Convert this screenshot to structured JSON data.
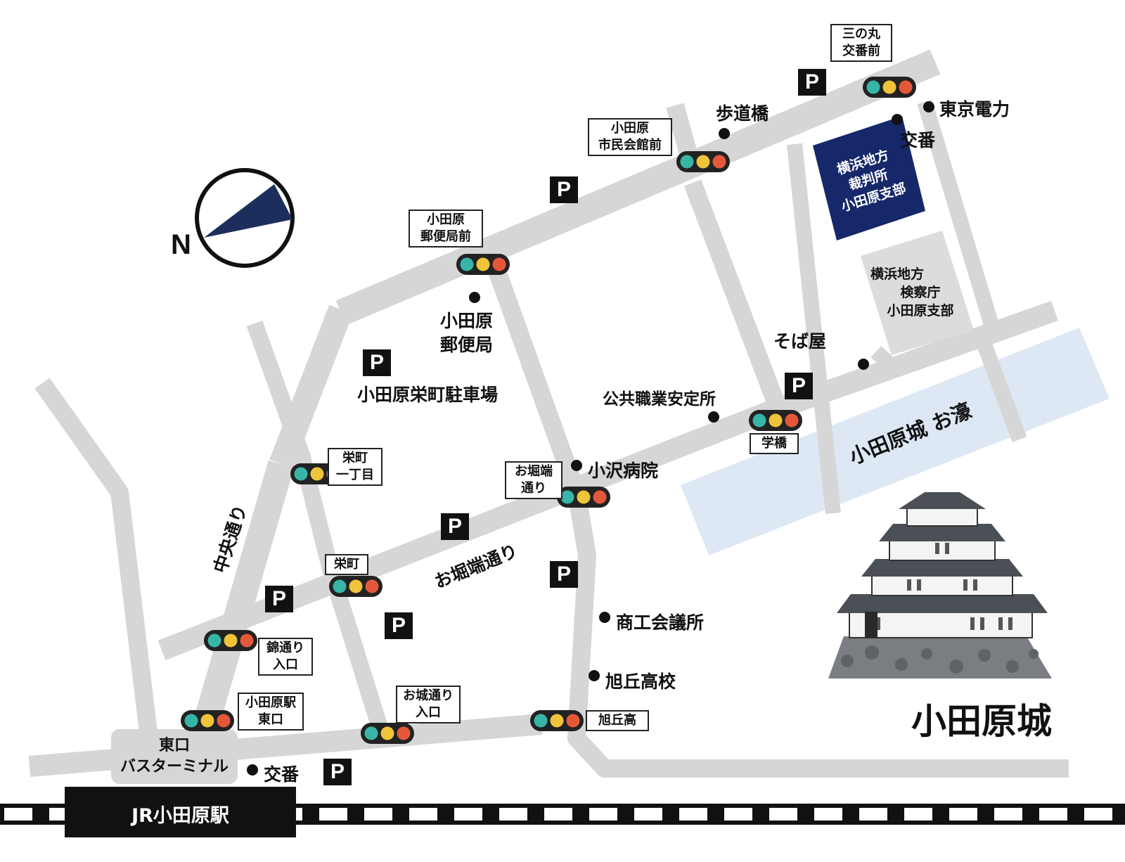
{
  "colors": {
    "road": "#d6d6d6",
    "moat": "#dde8f4",
    "court": "#16286a",
    "prosecutor": "#dcdcdc",
    "compass": "#1c2f5c",
    "signal_teal": "#37b6a8",
    "signal_yellow": "#efc43a",
    "signal_red": "#e4583a"
  },
  "compass": {
    "north_label": "N"
  },
  "stations": {
    "jr": "JR小田原駅",
    "bus_terminal": [
      "東口",
      "バスターミナル"
    ]
  },
  "signals": [
    {
      "id": "sannomaru",
      "lines": [
        "三の丸",
        "交番前"
      ]
    },
    {
      "id": "shiminkaikan",
      "lines": [
        "小田原",
        "市民会館前"
      ]
    },
    {
      "id": "yubinkyokumae",
      "lines": [
        "小田原",
        "郵便局前"
      ]
    },
    {
      "id": "sakaecho1",
      "lines": [
        "栄町",
        "一丁目"
      ]
    },
    {
      "id": "ohoribata",
      "lines": [
        "お堀端",
        "通り"
      ]
    },
    {
      "id": "gakkyo",
      "lines": [
        "学橋"
      ]
    },
    {
      "id": "sakaecho",
      "lines": [
        "栄町"
      ]
    },
    {
      "id": "nishikidori",
      "lines": [
        "錦通り",
        "入口"
      ]
    },
    {
      "id": "higashiguchi",
      "lines": [
        "小田原駅",
        "東口"
      ]
    },
    {
      "id": "oshirodori",
      "lines": [
        "お城通り",
        "入口"
      ]
    },
    {
      "id": "kyukoko",
      "lines": [
        "旭丘高"
      ]
    }
  ],
  "places": {
    "hodokyo": "歩道橋",
    "tokyo_denryoku": "東京電力",
    "koban_north": "交番",
    "court": [
      "横浜地方",
      "裁判所",
      "小田原支部"
    ],
    "prosecutor": [
      "横浜地方",
      "検察庁",
      "小田原支部"
    ],
    "post_office": [
      "小田原",
      "郵便局"
    ],
    "soba": "そば屋",
    "parking_lot": "小田原栄町駐車場",
    "hello_work": "公共職業安定所",
    "hospital": "小沢病院",
    "chamber": "商工会議所",
    "school": "旭丘高校",
    "koban_south": "交番",
    "moat": "小田原城 お濠",
    "castle_title": "小田原城"
  },
  "roads": {
    "chuo": "中央通り",
    "ohoribata": "お堀端通り"
  },
  "parking_label": "P"
}
